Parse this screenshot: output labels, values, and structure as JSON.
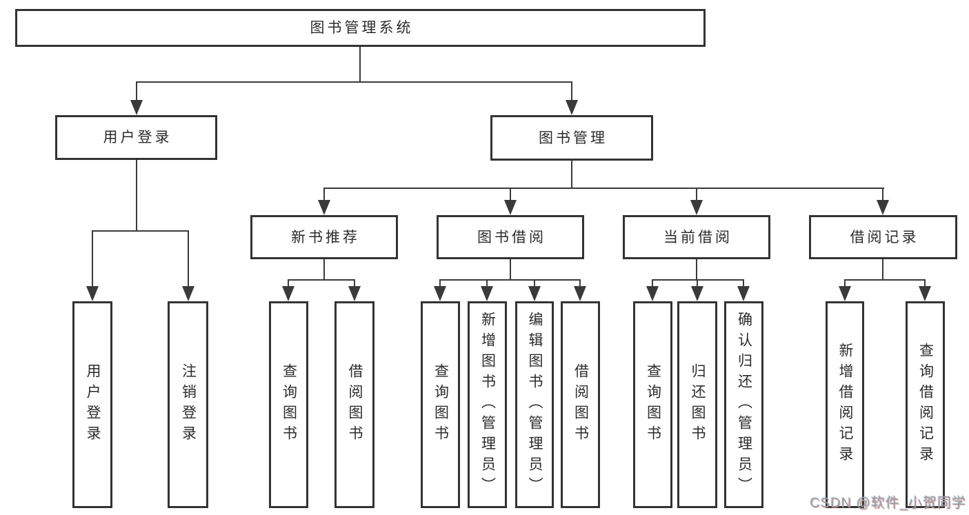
{
  "nodes": {
    "root": "图书管理系统",
    "level2": [
      "用户登录",
      "图书管理"
    ],
    "level3": [
      "新书推荐",
      "图书借阅",
      "当前借阅",
      "借阅记录"
    ],
    "leaves": {
      "user_login": [
        "用户登录",
        "注销登录"
      ],
      "new_book_recommend": [
        "查询图书",
        "借阅图书"
      ],
      "book_borrow": [
        "查询图书",
        "新增图书（管理员）",
        "编辑图书（管理员）",
        "借阅图书"
      ],
      "current_borrow": [
        "查询图书",
        "归还图书",
        "确认归还（管理员）"
      ],
      "borrow_records": [
        "新增借阅记录",
        "查询借阅记录"
      ]
    }
  },
  "watermark": "CSDN @软件_小贺同学",
  "colors": {
    "line": "#3a3a3a",
    "border": "#333333",
    "text": "#2b2b2b",
    "watermark": "#9d9d9d",
    "background": "#ffffff"
  }
}
